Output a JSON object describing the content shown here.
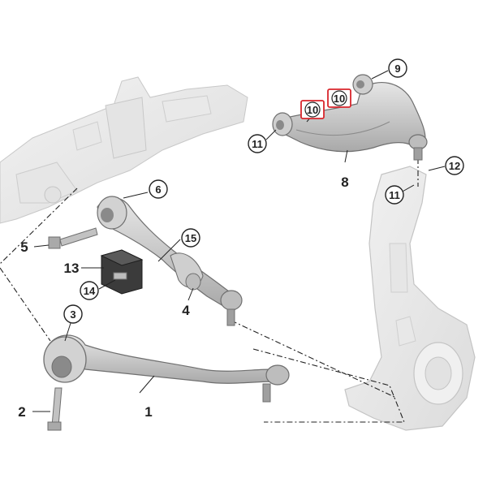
{
  "callouts": {
    "c1": "1",
    "c2": "2",
    "c3": "3",
    "c4": "4",
    "c5": "5",
    "c6": "6",
    "c8": "8",
    "c9": "9",
    "c10a": "10",
    "c10b": "10",
    "c11a": "11",
    "c11b": "11",
    "c12": "12",
    "c13": "13",
    "c14": "14",
    "c15": "15"
  },
  "colors": {
    "highlight": "#d9262c",
    "part_stroke": "#6f6f6f",
    "part_fill": "#d7d7d7",
    "ghost_fill": "#ececec",
    "ghost_stroke": "#c8c8c8",
    "leader": "#222222"
  }
}
